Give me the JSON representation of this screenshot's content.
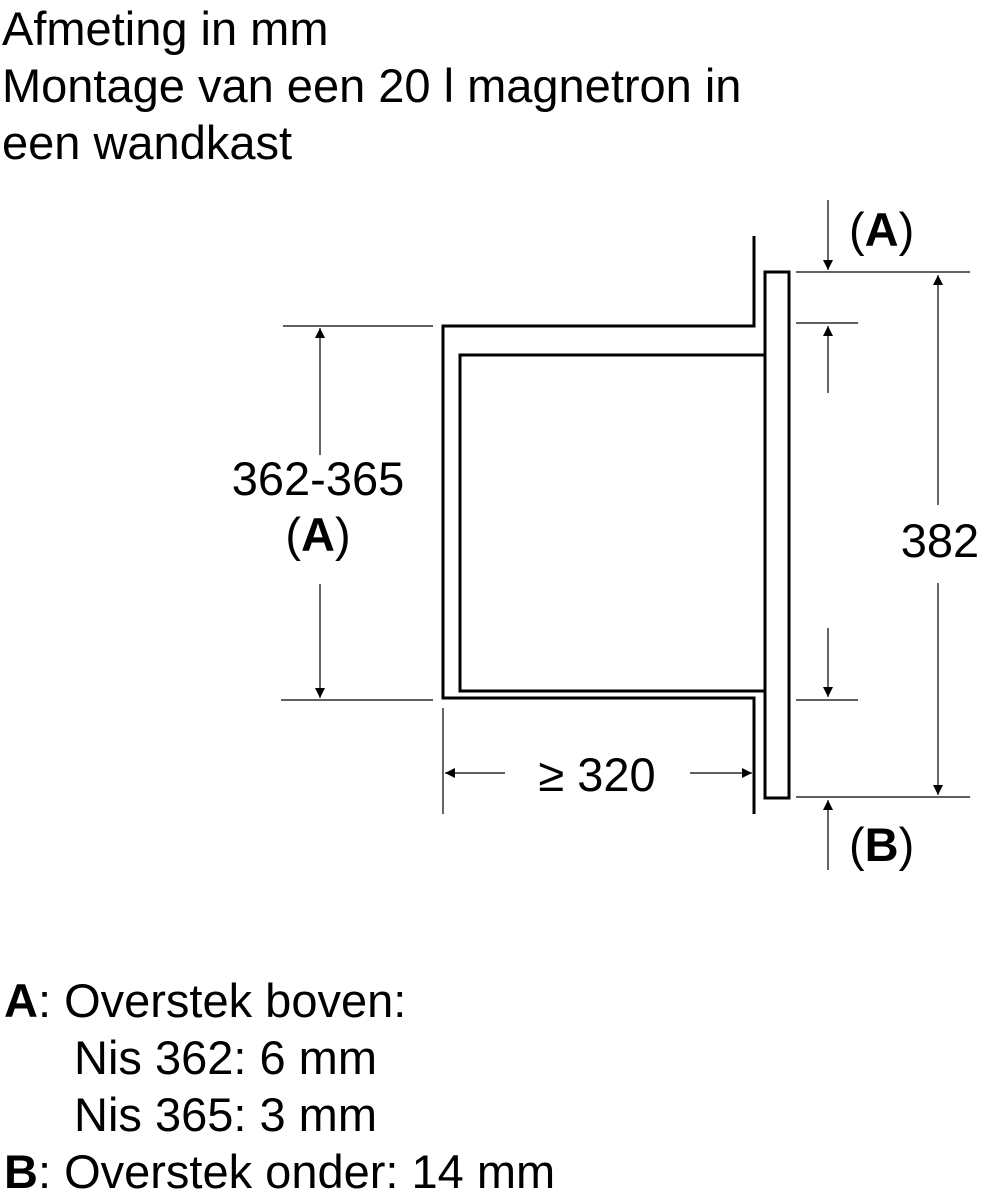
{
  "title": {
    "line1": "Afmeting in mm",
    "line2": "Montage van een 20 l magnetron in",
    "line3": "een wandkast"
  },
  "dimensions": {
    "niche_height": "362-365",
    "niche_height_ref_open": "(",
    "niche_height_ref_key": "A",
    "niche_height_ref_close": ")",
    "depth": "≥ 320",
    "front_height": "382",
    "top_ref_open": "(",
    "top_ref_key": "A",
    "top_ref_close": ")",
    "bottom_ref_open": "(",
    "bottom_ref_key": "B",
    "bottom_ref_close": ")"
  },
  "legend": {
    "a_key": "A",
    "a_label": ": Overstek boven:",
    "a_line2": "Nis 362: 6 mm",
    "a_line3": "Nis 365: 3 mm",
    "b_key": "B",
    "b_label": ": Overstek onder: 14 mm"
  },
  "colors": {
    "line": "#000000",
    "background": "#ffffff"
  }
}
